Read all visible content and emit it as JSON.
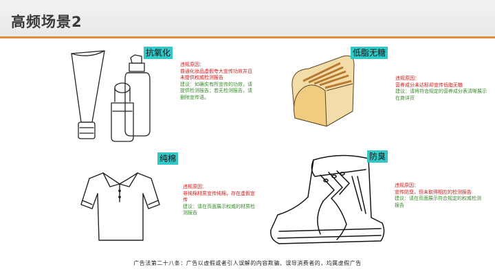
{
  "header": {
    "title": "高频场景2"
  },
  "cards": [
    {
      "tag": "抗氧化",
      "reason_label": "违规原因：",
      "reason": "普通化妆品虚假夸大宣传功效并且未提供权威检测报告",
      "suggest": "建议：如确实有所宣传的功效，请提供检测报告；若无检测报告，请删除宣传语。"
    },
    {
      "tag": "低脂无糖",
      "reason_label": "违规原因：",
      "reason": "营养成分未达标却宣传低脂无糖",
      "suggest": "建议：请将符合规定的营养成分表清晰展示在商详页"
    },
    {
      "tag": "纯棉",
      "reason_label": "违规原因：",
      "reason": "非纯棉材质宣传纯棉，存在虚假宣传",
      "suggest": "建议：请在页面展示权威的材质检测报告"
    },
    {
      "tag": "防臭",
      "reason_label": "违规原因：",
      "reason": "宣传防臭，但未取得相应的检测报告",
      "suggest": "建议：请在页面展示符合规定的权威检测报告"
    }
  ],
  "footer": {
    "text": "广告法第二十八条：广告以虚假或者引人误解的内容欺骗、误导消费者的，均属虚假广告"
  }
}
